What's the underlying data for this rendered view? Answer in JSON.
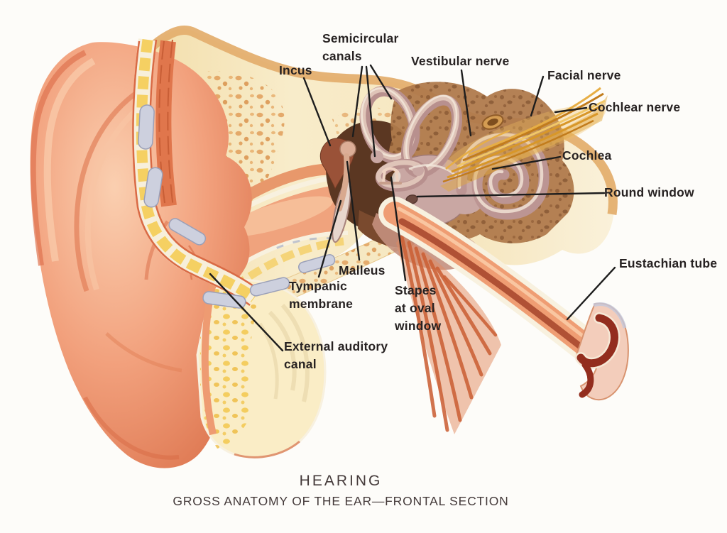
{
  "figure": {
    "title": "HEARING",
    "subtitle": "GROSS ANATOMY OF THE EAR—FRONTAL SECTION"
  },
  "labels": {
    "semicircular_canals": "Semicircular\ncanals",
    "incus": "Incus",
    "vestibular_nerve": "Vestibular nerve",
    "facial_nerve": "Facial nerve",
    "cochlear_nerve": "Cochlear nerve",
    "cochlea": "Cochlea",
    "round_window": "Round window",
    "eustachian_tube": "Eustachian tube",
    "malleus": "Malleus",
    "tympanic_membrane": "Tympanic\nmembrane",
    "stapes_at_oval_window": "Stapes\nat oval\nwindow",
    "external_auditory_canal": "External auditory\ncanal"
  },
  "palette": {
    "background": "#FDFCF9",
    "label_text": "#272222",
    "caption_text": "#443A3A",
    "leader_line": "#1D1D1D",
    "skin": "#F2A17D",
    "bone": "#F6E6BE",
    "bone_speckle": "#DD9A52",
    "middle_ear_cavity": "#5B3722",
    "inner_ear": "#C9A7A3",
    "nerve": "#E0A93E",
    "eustachian_tube": "#EF9D73",
    "muscle": "#CB6036"
  }
}
